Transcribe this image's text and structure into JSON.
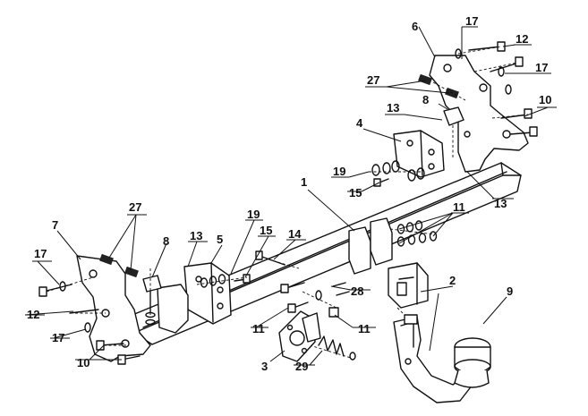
{
  "callouts": [
    {
      "id": "c17a",
      "text": "17"
    },
    {
      "id": "c6",
      "text": "6"
    },
    {
      "id": "c12a",
      "text": "12"
    },
    {
      "id": "c17b",
      "text": "17"
    },
    {
      "id": "c27a",
      "text": "27"
    },
    {
      "id": "c8a",
      "text": "8"
    },
    {
      "id": "c10a",
      "text": "10"
    },
    {
      "id": "c13a",
      "text": "13"
    },
    {
      "id": "c4",
      "text": "4"
    },
    {
      "id": "c19a",
      "text": "19"
    },
    {
      "id": "c15a",
      "text": "15"
    },
    {
      "id": "c13b",
      "text": "13"
    },
    {
      "id": "c1",
      "text": "1"
    },
    {
      "id": "c11a",
      "text": "11"
    },
    {
      "id": "c27b",
      "text": "27"
    },
    {
      "id": "c7",
      "text": "7"
    },
    {
      "id": "c8b",
      "text": "8"
    },
    {
      "id": "c13c",
      "text": "13"
    },
    {
      "id": "c5",
      "text": "5"
    },
    {
      "id": "c19b",
      "text": "19"
    },
    {
      "id": "c15b",
      "text": "15"
    },
    {
      "id": "c14",
      "text": "14"
    },
    {
      "id": "c17c",
      "text": "17"
    },
    {
      "id": "c2",
      "text": "2"
    },
    {
      "id": "c9",
      "text": "9"
    },
    {
      "id": "c28",
      "text": "28"
    },
    {
      "id": "c12b",
      "text": "12"
    },
    {
      "id": "c17d",
      "text": "17"
    },
    {
      "id": "c11b",
      "text": "11"
    },
    {
      "id": "c11c",
      "text": "11"
    },
    {
      "id": "c10b",
      "text": "10"
    },
    {
      "id": "c3",
      "text": "3"
    },
    {
      "id": "c29",
      "text": "29"
    }
  ]
}
